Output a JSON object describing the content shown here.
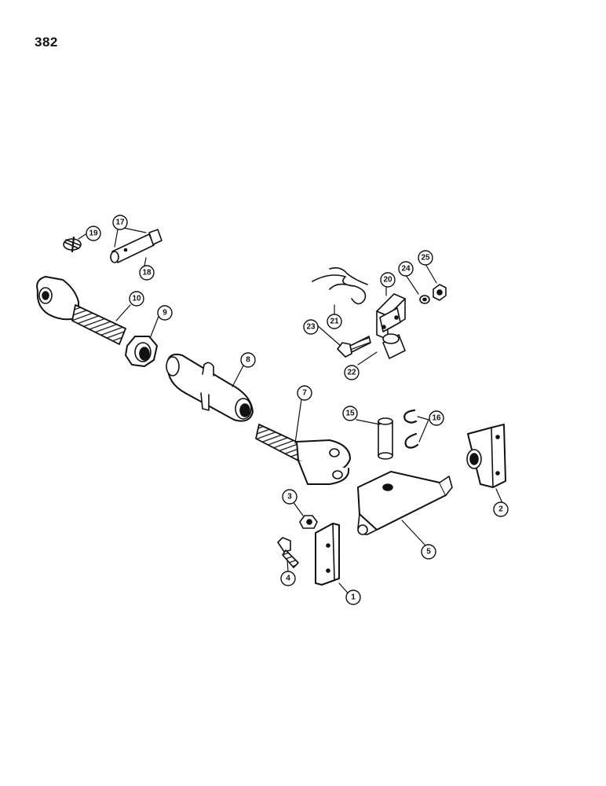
{
  "page_number": "382",
  "callouts": {
    "c1": "1",
    "c2": "2",
    "c3": "3",
    "c4": "4",
    "c5": "5",
    "c7": "7",
    "c8": "8",
    "c9": "9",
    "c10": "10",
    "c15": "15",
    "c16": "16",
    "c17": "17",
    "c18": "18",
    "c19": "19",
    "c20": "20",
    "c21": "21",
    "c22": "22",
    "c23": "23",
    "c24": "24",
    "c25": "25"
  }
}
